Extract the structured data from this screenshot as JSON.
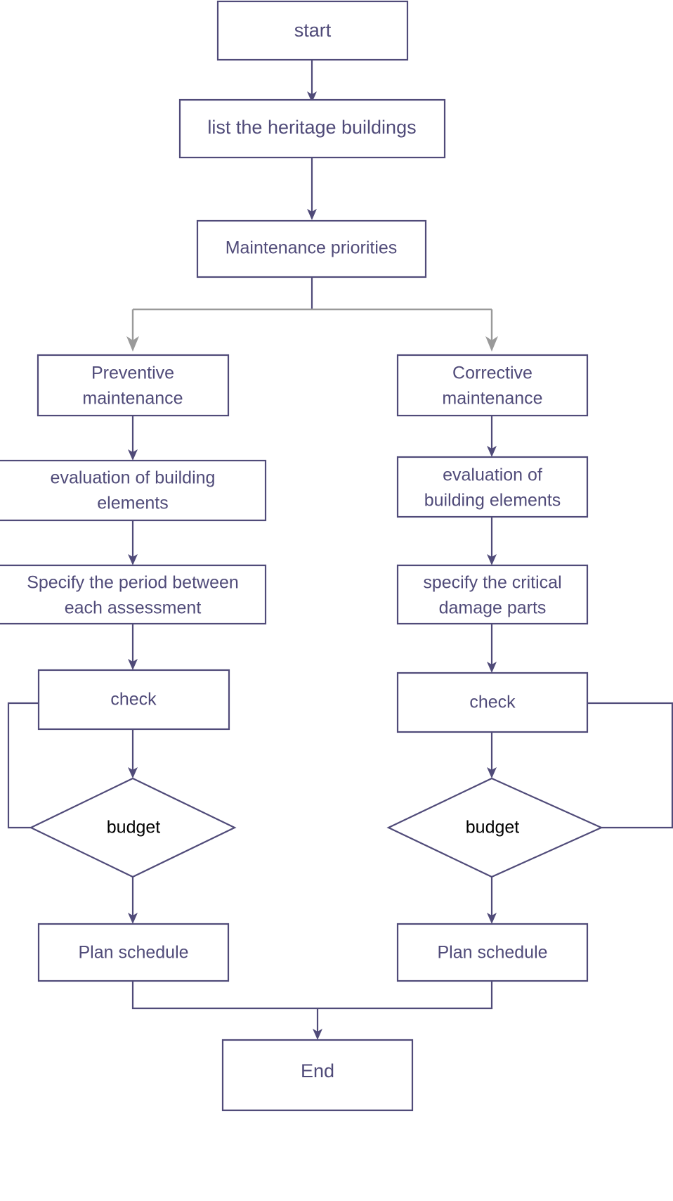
{
  "diagram": {
    "title": "Heritage building maintenance planning flowchart",
    "colors": {
      "node_stroke": "#504B79",
      "node_fill": "#ffffff",
      "node_text": "#504B79",
      "decision_text": "#000000",
      "branch_connector": "#9a9a9a",
      "background": "#ffffff"
    },
    "nodes": {
      "start": {
        "label": "start",
        "shape": "rectangle"
      },
      "list_buildings": {
        "label": "list the heritage buildings",
        "shape": "rectangle"
      },
      "maintenance_priorities": {
        "label": "Maintenance priorities",
        "shape": "rectangle"
      },
      "preventive_maintenance": {
        "label_line1": "Preventive",
        "label_line2": "maintenance",
        "shape": "rectangle"
      },
      "corrective_maintenance": {
        "label_line1": "Corrective",
        "label_line2": "maintenance",
        "shape": "rectangle"
      },
      "left_evaluation": {
        "label_line1": "evaluation of building",
        "label_line2": "elements",
        "shape": "rectangle"
      },
      "right_evaluation": {
        "label_line1": "evaluation of",
        "label_line2": "building elements",
        "shape": "rectangle"
      },
      "specify_period": {
        "label_line1": "Specify the period between",
        "label_line2": "each assessment",
        "shape": "rectangle"
      },
      "specify_damage": {
        "label_line1": "specify the critical",
        "label_line2": "damage parts",
        "shape": "rectangle"
      },
      "left_check": {
        "label": "check",
        "shape": "rectangle"
      },
      "right_check": {
        "label": "check",
        "shape": "rectangle"
      },
      "left_budget": {
        "label": "budget",
        "shape": "diamond"
      },
      "right_budget": {
        "label": "budget",
        "shape": "diamond"
      },
      "left_plan_schedule": {
        "label": "Plan schedule",
        "shape": "rectangle"
      },
      "right_plan_schedule": {
        "label": "Plan schedule",
        "shape": "rectangle"
      },
      "end": {
        "label": "End",
        "shape": "rectangle"
      }
    },
    "edges": [
      {
        "from": "start",
        "to": "list_buildings",
        "style": "straight-down",
        "color": "#504B79"
      },
      {
        "from": "list_buildings",
        "to": "maintenance_priorities",
        "style": "straight-down",
        "color": "#504B79"
      },
      {
        "from": "maintenance_priorities",
        "to": "preventive_maintenance",
        "style": "split-branch",
        "color": "#9a9a9a"
      },
      {
        "from": "maintenance_priorities",
        "to": "corrective_maintenance",
        "style": "split-branch",
        "color": "#9a9a9a"
      },
      {
        "from": "preventive_maintenance",
        "to": "left_evaluation",
        "style": "straight-down",
        "color": "#504B79"
      },
      {
        "from": "left_evaluation",
        "to": "specify_period",
        "style": "straight-down",
        "color": "#504B79"
      },
      {
        "from": "specify_period",
        "to": "left_check",
        "style": "straight-down",
        "color": "#504B79"
      },
      {
        "from": "left_check",
        "to": "left_budget",
        "style": "straight-down",
        "color": "#504B79"
      },
      {
        "from": "left_budget",
        "to": "left_check",
        "style": "feedback-loop-left",
        "color": "#504B79"
      },
      {
        "from": "left_budget",
        "to": "left_plan_schedule",
        "style": "straight-down",
        "color": "#504B79"
      },
      {
        "from": "corrective_maintenance",
        "to": "right_evaluation",
        "style": "straight-down",
        "color": "#504B79"
      },
      {
        "from": "right_evaluation",
        "to": "specify_damage",
        "style": "straight-down",
        "color": "#504B79"
      },
      {
        "from": "specify_damage",
        "to": "right_check",
        "style": "straight-down",
        "color": "#504B79"
      },
      {
        "from": "right_check",
        "to": "right_budget",
        "style": "straight-down",
        "color": "#504B79"
      },
      {
        "from": "right_budget",
        "to": "right_check",
        "style": "feedback-loop-right",
        "color": "#504B79"
      },
      {
        "from": "right_budget",
        "to": "right_plan_schedule",
        "style": "straight-down",
        "color": "#504B79"
      },
      {
        "from": "left_plan_schedule",
        "to": "end",
        "style": "merge-down",
        "color": "#504B79"
      },
      {
        "from": "right_plan_schedule",
        "to": "end",
        "style": "merge-down",
        "color": "#504B79"
      }
    ]
  }
}
